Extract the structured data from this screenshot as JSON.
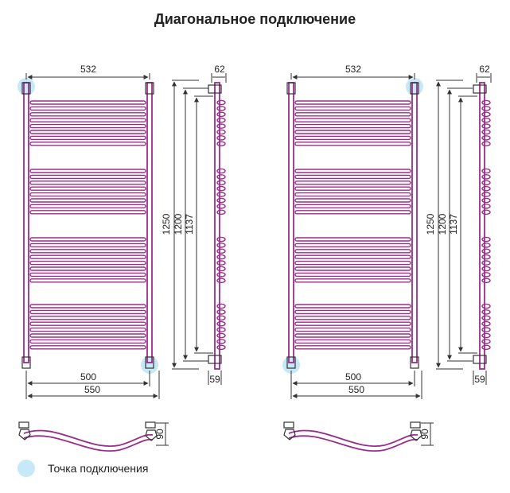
{
  "title": "Диагональное подключение",
  "legend": {
    "label": "Точка подключения"
  },
  "colors": {
    "pipe": "#9b2c8c",
    "line": "#333333",
    "highlight": "#c7e9f7"
  },
  "dimensions": {
    "top_width": "532",
    "side_depth_top": "62",
    "height_total": "1250",
    "height_mid": "1200",
    "height_inner": "1137",
    "bottom_inner": "500",
    "bottom_outer": "550",
    "side_depth_bottom": "59",
    "profile_depth": "90"
  }
}
